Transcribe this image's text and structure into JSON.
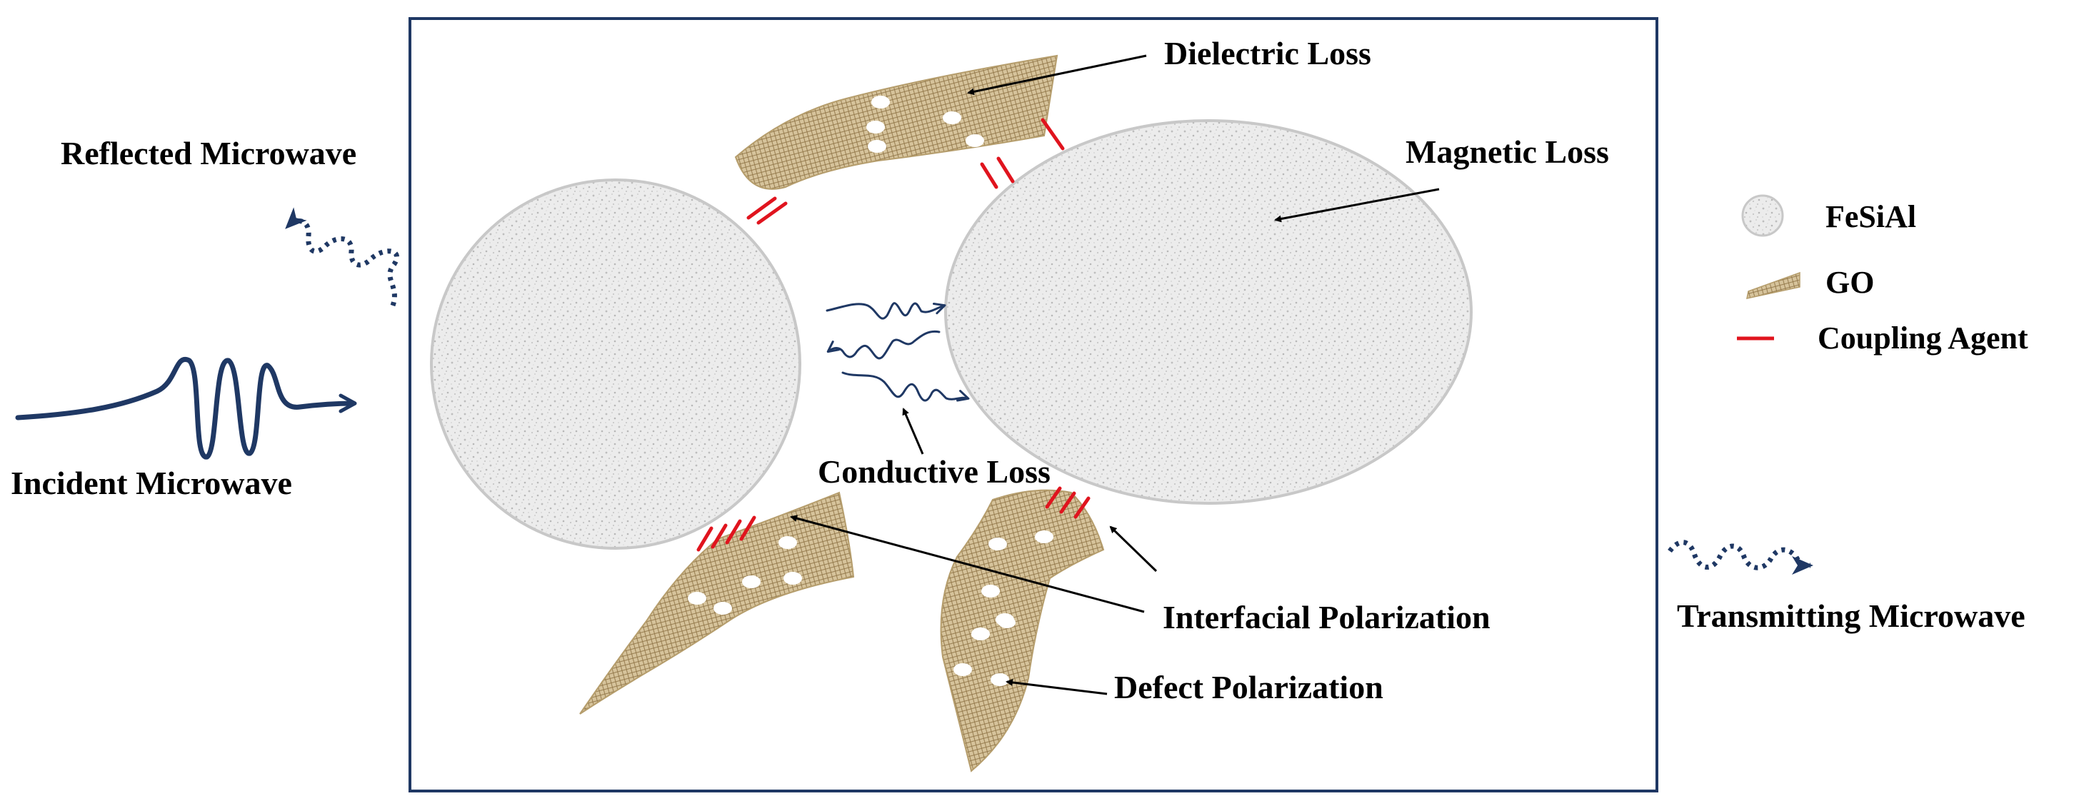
{
  "labels": {
    "dielectric_loss": "Dielectric Loss",
    "magnetic_loss": "Magnetic Loss",
    "reflected_microwave": "Reflected Microwave",
    "incident_microwave": "Incident Microwave",
    "conductive_loss": "Conductive Loss",
    "interfacial_polarization": "Interfacial Polarization",
    "defect_polarization": "Defect Polarization",
    "transmitting_microwave": "Transmitting Microwave"
  },
  "legend": {
    "items": [
      {
        "label": "FeSiAl",
        "symbol": "fesial-particle"
      },
      {
        "label": "GO",
        "symbol": "go-sheet"
      },
      {
        "label": "Coupling Agent",
        "symbol": "red-line"
      }
    ]
  },
  "colors": {
    "frame": "#1f3864",
    "wave": "#1f3864",
    "coupling_agent": "#e0141e",
    "go_sheet": "#c9b48a",
    "go_mesh": "#8f7446",
    "fesial_fill": "#ebebeb",
    "fesial_edge": "#c8c8c8",
    "text": "#000000"
  }
}
